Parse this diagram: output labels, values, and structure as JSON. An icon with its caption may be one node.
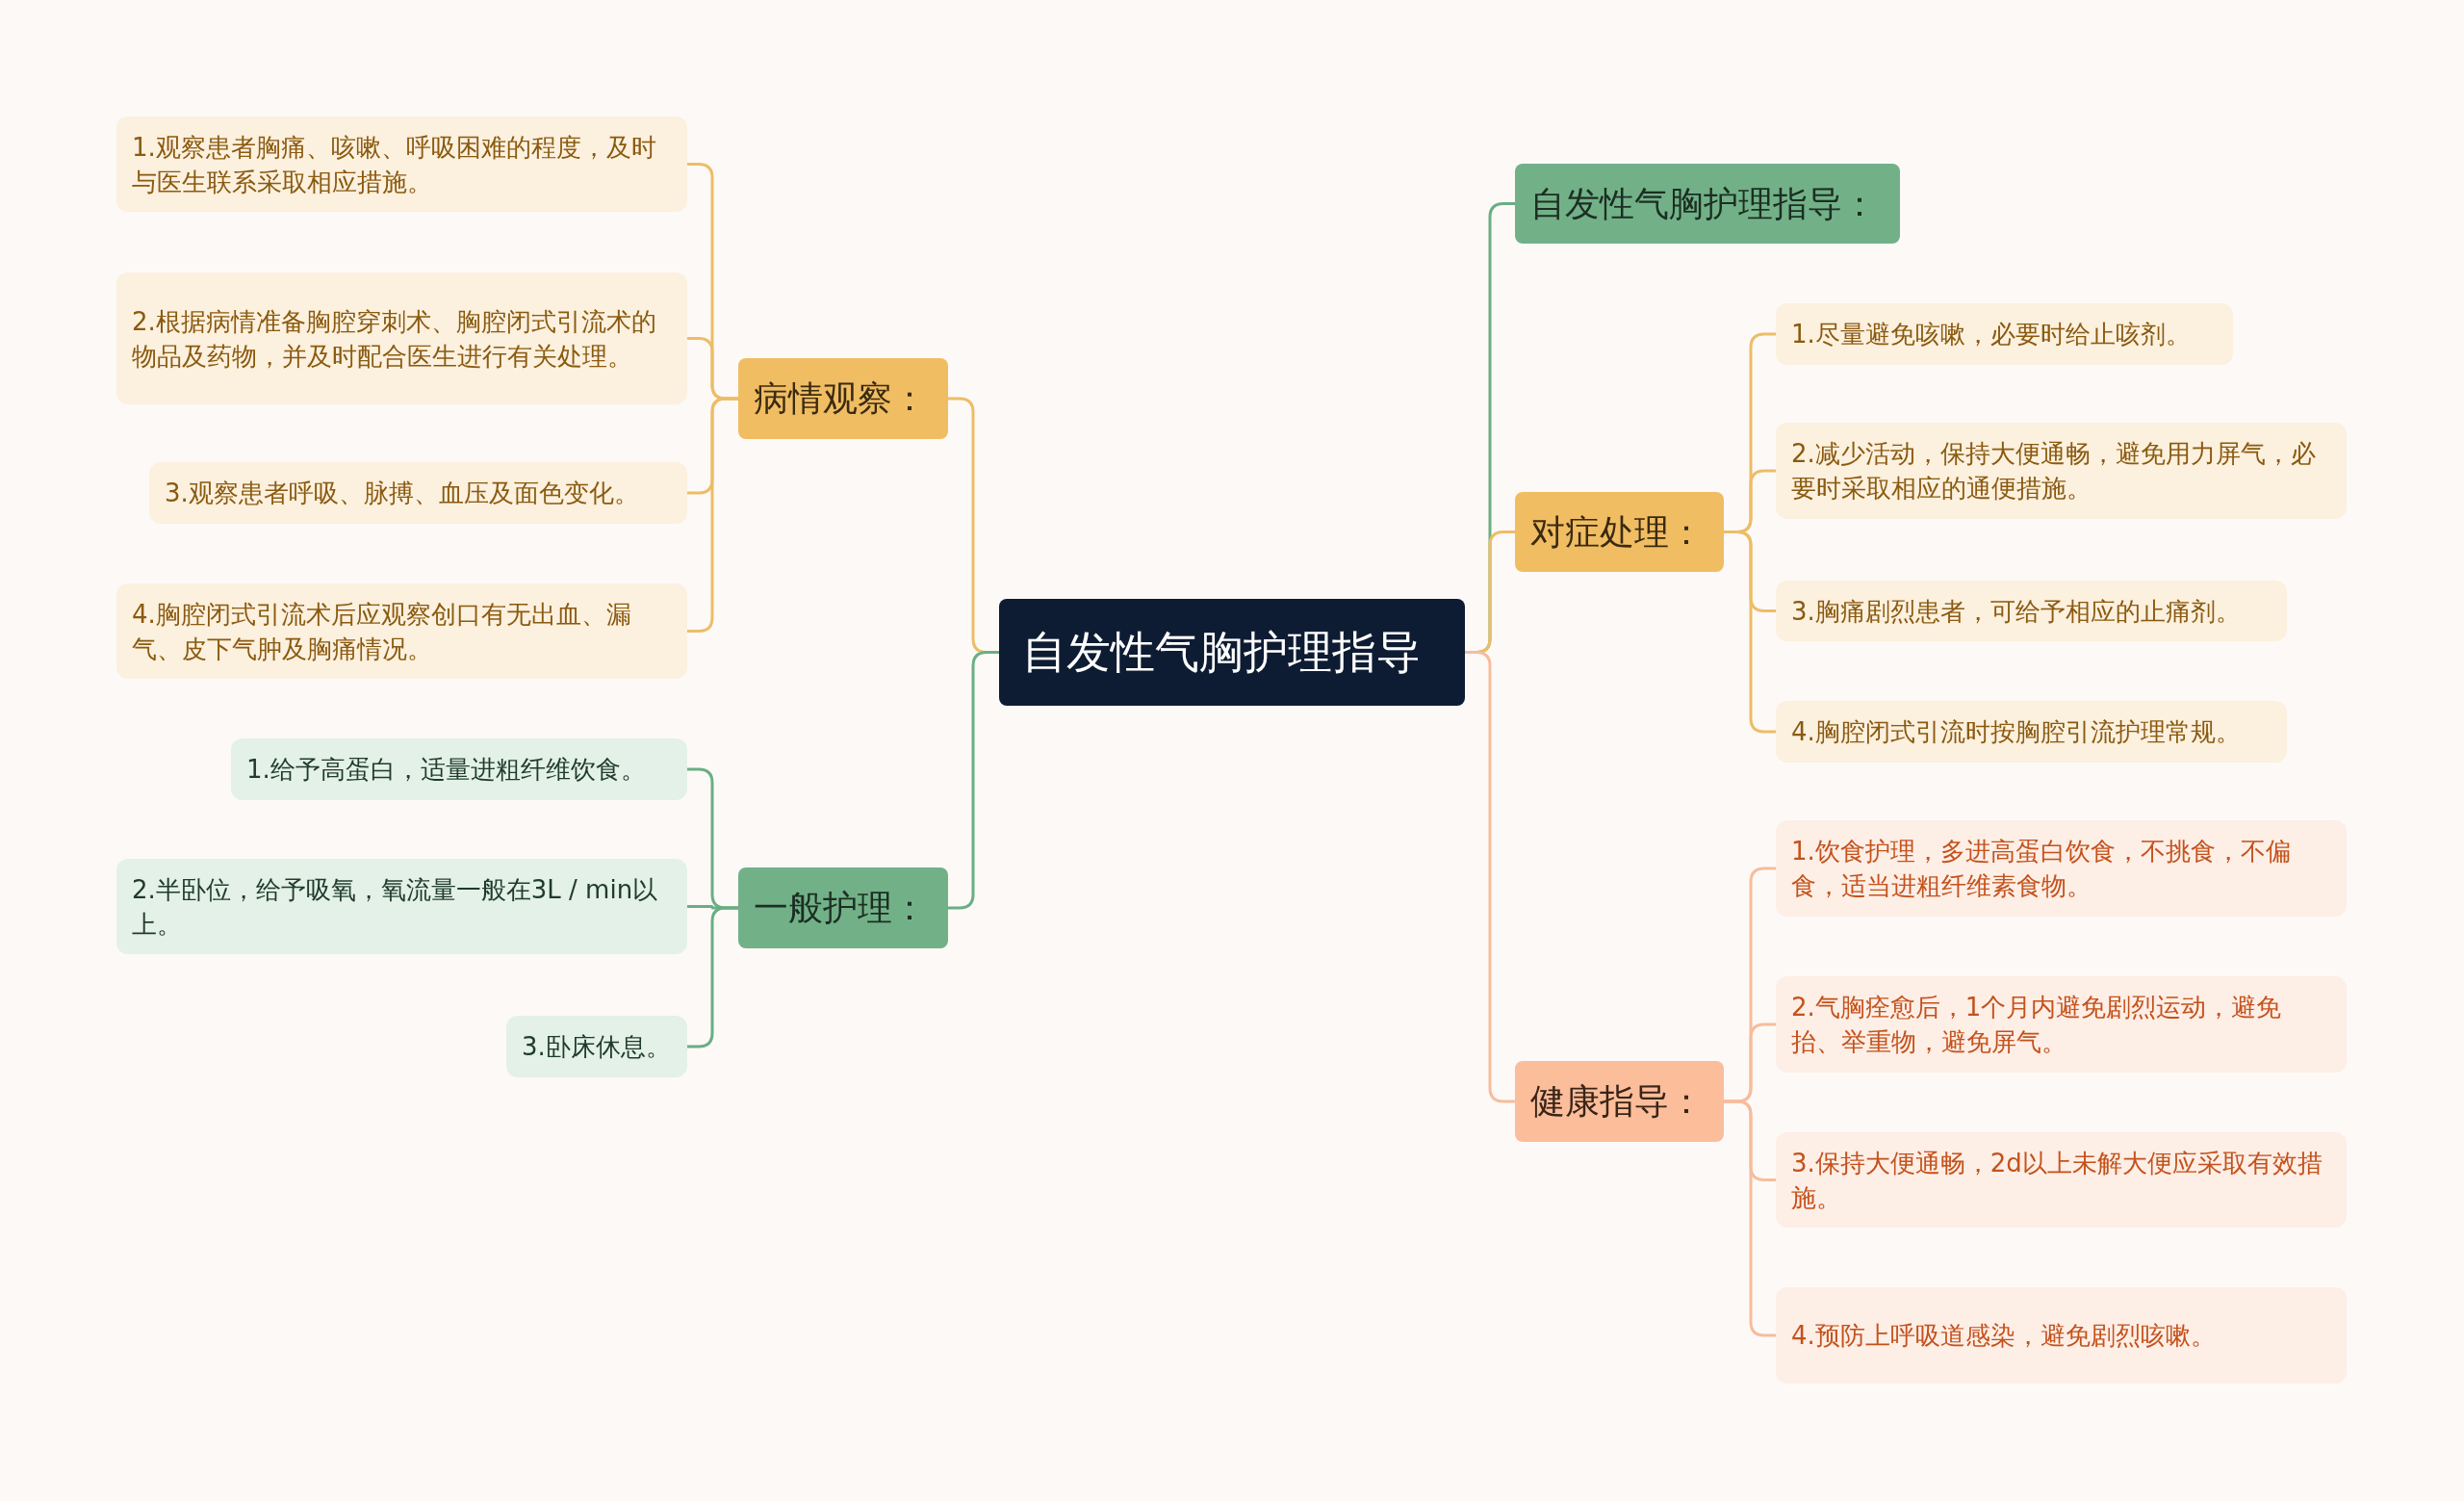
{
  "diagram": {
    "nodes": [
      {
        "text": [
          "自发性气胸护理指导"
        ]
      },
      {
        "text": [
          "病情观察："
        ]
      },
      {
        "text": [
          "1.观察患者胸痛、咳嗽、呼吸困难的程度，及时与医生联系采取相应措施。"
        ]
      },
      {
        "text": [
          "2.根据病情准备胸腔穿刺术、胸腔闭式引流术的物品及药物，并及时配合医生进行有关处理。"
        ]
      },
      {
        "text": [
          "3.观察患者呼吸、脉搏、血压及面色变化。"
        ]
      },
      {
        "text": [
          "4.胸腔闭式引流术后应观察创口有无出血、漏气、皮下气肿及胸痛情况。"
        ]
      },
      {
        "text": [
          "一般护理："
        ]
      },
      {
        "text": [
          "1.给予高蛋白，适量进粗纤维饮食。"
        ]
      },
      {
        "text": [
          "2.半卧位，给予吸氧，氧流量一般在3L / min以上。"
        ]
      },
      {
        "text": [
          "3.卧床休息。"
        ]
      },
      {
        "text": [
          "自发性气胸护理指导："
        ]
      },
      {
        "text": [
          "对症处理："
        ]
      },
      {
        "text": [
          "1.尽量避免咳嗽，必要时给止咳剂。"
        ]
      },
      {
        "text": [
          "2.减少活动，保持大便通畅，避免用力屏气，必要时采取相应的通便措施。"
        ]
      },
      {
        "text": [
          "3.胸痛剧烈患者，可给予相应的止痛剂。"
        ]
      },
      {
        "text": [
          "4.胸腔闭式引流时按胸腔引流护理常规。"
        ]
      },
      {
        "text": [
          "健康指导："
        ]
      },
      {
        "text": [
          "1.饮食护理，多进高蛋白饮食，不挑食，不偏食，适当进粗纤维素食物。"
        ]
      },
      {
        "text": [
          "2.气胸痊愈后，1个月内避免剧烈运动，避免抬、举重物，避免屏气。"
        ]
      },
      {
        "text": [
          "3.保持大便通畅，2d以上未解大便应采取有效措施。"
        ]
      },
      {
        "text": [
          "4.预防上呼吸道感染，避免剧烈咳嗽。"
        ]
      }
    ],
    "edges": [
      {
        "from": 0,
        "to": 1,
        "arrow": "none"
      },
      {
        "from": 1,
        "to": 2,
        "arrow": "none"
      },
      {
        "from": 1,
        "to": 3,
        "arrow": "none"
      },
      {
        "from": 1,
        "to": 4,
        "arrow": "none"
      },
      {
        "from": 1,
        "to": 5,
        "arrow": "none"
      },
      {
        "from": 0,
        "to": 6,
        "arrow": "none",
        "color": "#6aae84"
      },
      {
        "from": 6,
        "to": 7,
        "arrow": "none",
        "color": "#6aae84"
      },
      {
        "from": 6,
        "to": 8,
        "arrow": "none",
        "color": "#6aae84"
      },
      {
        "from": 6,
        "to": 9,
        "arrow": "none",
        "color": "#6aae84"
      },
      {
        "from": 0,
        "to": 10,
        "arrow": "none",
        "color": "#6aae84"
      },
      {
        "from": 0,
        "to": 11,
        "arrow": "none"
      },
      {
        "from": 11,
        "to": 12,
        "arrow": "none"
      },
      {
        "from": 11,
        "to": 13,
        "arrow": "none"
      },
      {
        "from": 11,
        "to": 14,
        "arrow": "none"
      },
      {
        "from": 11,
        "to": 15,
        "arrow": "none"
      },
      {
        "from": 0,
        "to": 16,
        "arrow": "none",
        "color": "#f6bd9c"
      },
      {
        "from": 16,
        "to": 17,
        "arrow": "none",
        "color": "#f6bd9c"
      },
      {
        "from": 16,
        "to": 18,
        "arrow": "none",
        "color": "#f6bd9c"
      },
      {
        "from": 16,
        "to": 19,
        "arrow": "none",
        "color": "#f6bd9c"
      },
      {
        "from": 16,
        "to": 20,
        "arrow": "none",
        "color": "#f6bd9c"
      }
    ]
  }
}
